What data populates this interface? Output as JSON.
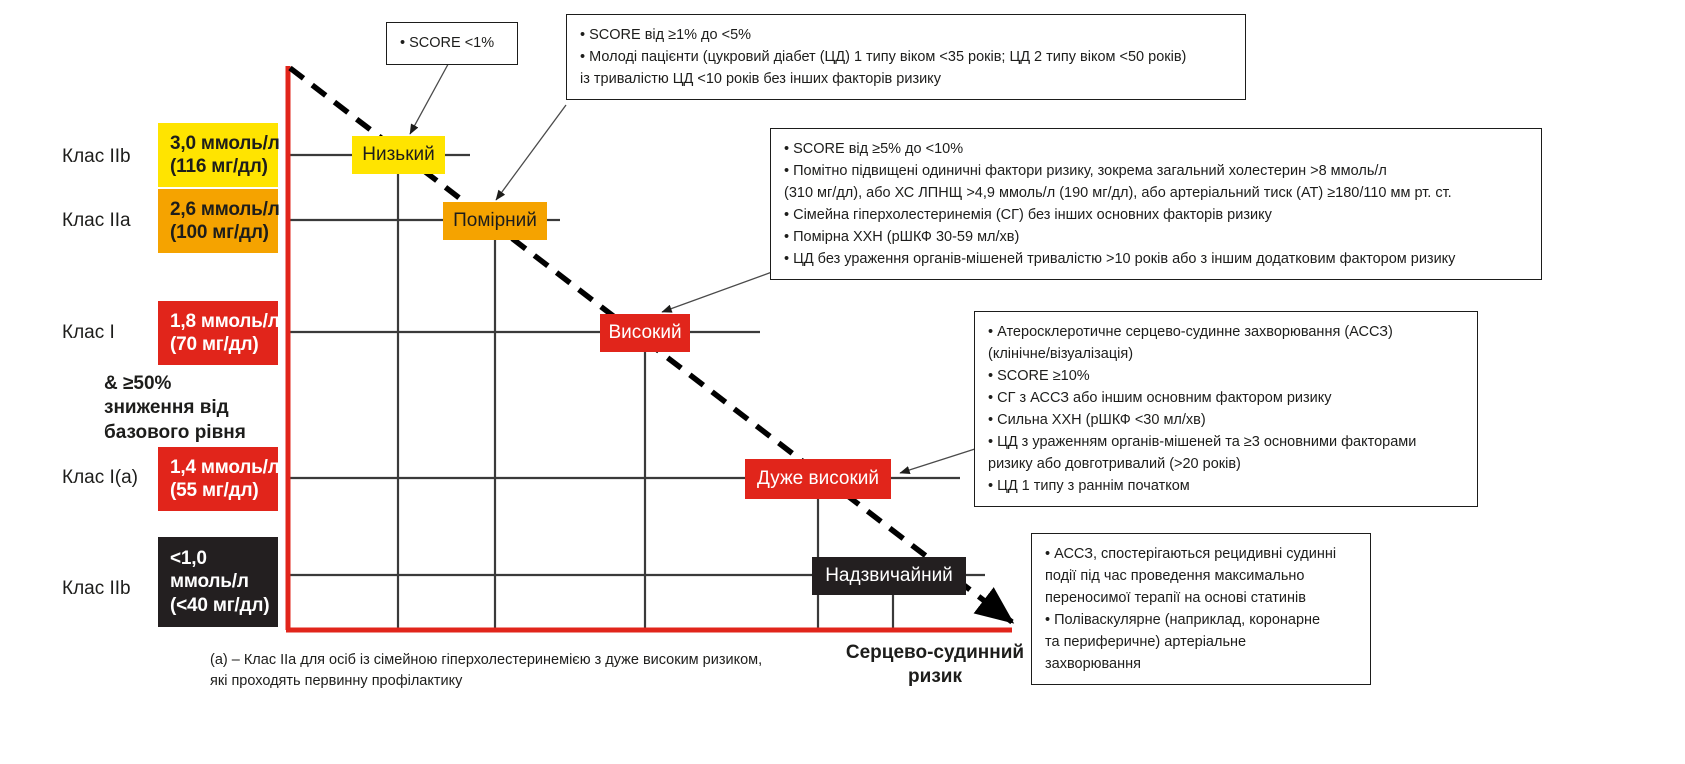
{
  "diagram": {
    "title_axis_x_line1": "Серцево-судинний",
    "title_axis_x_line2": "ризик",
    "footnote_line1": "(a) – Клас IIa для осіб із сімейною гіперхолестеринемією з дуже високим ризиком,",
    "footnote_line2": "які проходять первинну профілактику",
    "colors": {
      "yellow": "#FFE400",
      "orange": "#F5A300",
      "red": "#E1251B",
      "black": "#231F20",
      "axis_red": "#E1251B",
      "grid": "#3a3a3a"
    }
  },
  "class_labels": [
    {
      "name": "class-iib-top",
      "text": "Клас IIb"
    },
    {
      "name": "class-iia",
      "text": "Клас IIa"
    },
    {
      "name": "class-i",
      "text": "Клас I"
    },
    {
      "name": "class-ia",
      "text": "Клас I(a)"
    },
    {
      "name": "class-iib-bot",
      "text": "Клас IIb"
    }
  ],
  "ldl_targets": [
    {
      "value": "3,0 ммоль/л",
      "alt": "(116 мг/дл)",
      "color": "yellow"
    },
    {
      "value": "2,6 ммоль/л",
      "alt": "(100 мг/дл)",
      "color": "orange"
    },
    {
      "value": "1,8 ммоль/л",
      "alt": "(70 мг/дл)",
      "color": "red"
    },
    {
      "value": "1,4 ммоль/л",
      "alt": "(55 мг/дл)",
      "color": "red"
    },
    {
      "value": "<1,0",
      "alt": "ммоль/л",
      "alt2": "(<40 мг/дл)",
      "color": "black"
    }
  ],
  "reduction_note": {
    "line1": "& ≥50%",
    "line2": "зниження від",
    "line3": "базового рівня"
  },
  "risk_chips": [
    {
      "label": "Низький",
      "color": "yellow"
    },
    {
      "label": "Помірний",
      "color": "orange"
    },
    {
      "label": "Високий",
      "color": "red"
    },
    {
      "label": "Дуже високий",
      "color": "red"
    },
    {
      "label": "Надзвичайний",
      "color": "black"
    }
  ],
  "callouts": {
    "low": {
      "lines": [
        "• SCORE <1%"
      ]
    },
    "moderate": {
      "lines": [
        "• SCORE від ≥1% до <5%",
        "• Молоді пацієнти (цукровий діабет (ЦД) 1 типу віком <35 років; ЦД 2 типу віком <50 років)",
        "із тривалістю ЦД <10 років без інших факторів ризику"
      ]
    },
    "high": {
      "lines": [
        "• SCORE від ≥5% до <10%",
        "• Помітно підвищені одиничні фактори ризику, зокрема загальний холестерин >8 ммоль/л",
        "(310 мг/дл), або ХС ЛПНЩ >4,9 ммоль/л (190 мг/дл), або артеріальний тиск (АТ) ≥180/110 мм рт. ст.",
        "• Сімейна гіперхолестеринемія (СГ) без інших основних факторів ризику",
        "• Помірна ХХН (рШКФ 30-59 мл/хв)",
        "• ЦД без ураження органів-мішеней тривалістю >10 років або з іншим додатковим фактором ризику"
      ]
    },
    "very_high": {
      "lines": [
        "• Атеросклеротичне серцево-судинне захворювання (АССЗ)",
        "(клінічне/візуалізація)",
        "• SCORE ≥10%",
        "• СГ з АССЗ або іншим основним фактором ризику",
        "• Сильна ХХН (рШКФ <30 мл/хв)",
        "• ЦД з ураженням органів-мішеней та ≥3 основними факторами",
        "ризику або довготривалий (>20 років)",
        "• ЦД 1 типу з раннім початком"
      ]
    },
    "extreme": {
      "lines": [
        "• АССЗ, спостерігаються рецидивні судинні",
        "події під час проведення максимально",
        "переносимої терапії на основі статинів",
        "• Полiваскулярне (наприклад, коронарне",
        "та периферичне) артеріальне",
        "захворювання"
      ]
    }
  }
}
